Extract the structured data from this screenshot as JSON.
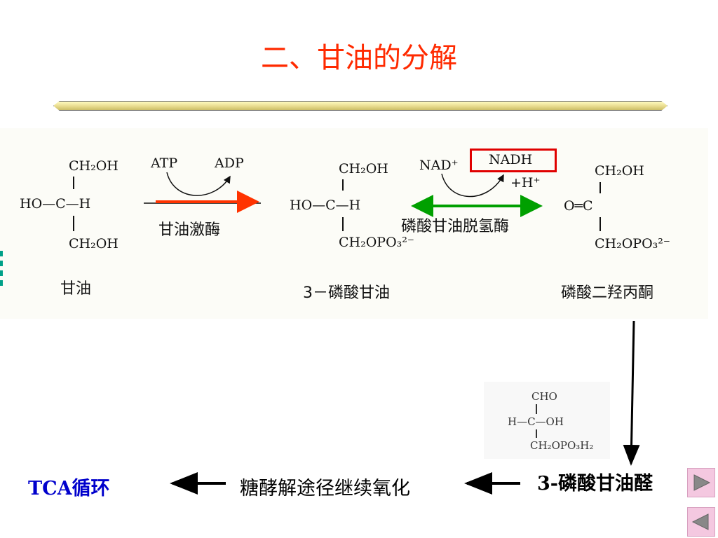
{
  "title": "二、甘油的分解",
  "glycerol": {
    "top": "CH₂OH",
    "left": "HO—C—H",
    "bottom": "CH₂OH",
    "name": "甘油"
  },
  "step1": {
    "cofactor_in": "ATP",
    "cofactor_out": "ADP",
    "enzyme": "甘油激酶"
  },
  "glycerol3p": {
    "top": "CH₂OH",
    "left": "HO—C—H",
    "bottom": "CH₂OPO₃²⁻",
    "name": "3－磷酸甘油"
  },
  "step2": {
    "cofactor_in": "NAD⁺",
    "cofactor_out": "NADH",
    "proton": "+H⁺",
    "enzyme": "磷酸甘油脱氢酶"
  },
  "dhap": {
    "top": "CH₂OH",
    "middle": "O═C",
    "bottom": "CH₂OPO₃²⁻",
    "name": "磷酸二羟丙酮"
  },
  "g3p_structure": {
    "top": "CHO",
    "middle": "H—C—OH",
    "bottom": "CH₂OPO₃H₂"
  },
  "bottom_row": {
    "tca": "TCA循环",
    "glycolysis": "糖酵解途径继续氧化",
    "g3p_name": "3-磷酸甘油醛"
  },
  "nav": {
    "next_icon": "play-right-icon",
    "prev_icon": "play-left-icon"
  },
  "colors": {
    "title": "#ff2a00",
    "kinase_arrow": "#ff3300",
    "dehydrogenase_arrow": "#00a000",
    "nadh_box": "#e00000",
    "tca": "#0000cc",
    "nav_button": "#f4c8e0"
  }
}
